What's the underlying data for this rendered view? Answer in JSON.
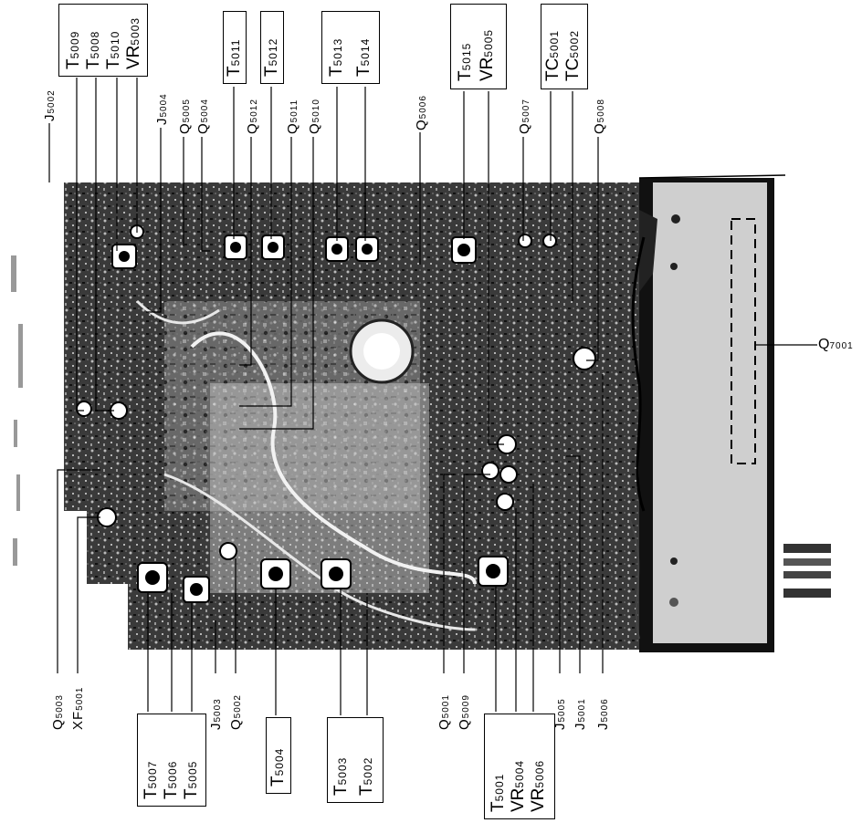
{
  "labels": {
    "j5002": {
      "p": "J",
      "n": "5002"
    },
    "j5004": {
      "p": "J",
      "n": "5004"
    },
    "q5005": {
      "p": "Q",
      "n": "5005"
    },
    "q5004": {
      "p": "Q",
      "n": "5004"
    },
    "q5012": {
      "p": "Q",
      "n": "5012"
    },
    "q5011": {
      "p": "Q",
      "n": "5011"
    },
    "q5010": {
      "p": "Q",
      "n": "5010"
    },
    "q5006": {
      "p": "Q",
      "n": "5006"
    },
    "q5007": {
      "p": "Q",
      "n": "5007"
    },
    "q5008": {
      "p": "Q",
      "n": "5008"
    },
    "q7001": {
      "p": "Q",
      "n": "7001"
    },
    "q5003": {
      "p": "Q",
      "n": "5003"
    },
    "xf5001": {
      "p": "XF",
      "n": "5001"
    },
    "j5003": {
      "p": "J",
      "n": "5003"
    },
    "q5002": {
      "p": "Q",
      "n": "5002"
    },
    "q5001": {
      "p": "Q",
      "n": "5001"
    },
    "q5009": {
      "p": "Q",
      "n": "5009"
    },
    "j5005": {
      "p": "J",
      "n": "5005"
    },
    "j5001": {
      "p": "J",
      "n": "5001"
    },
    "j5006": {
      "p": "J",
      "n": "5006"
    }
  },
  "boxes": {
    "topA": [
      {
        "p": "T",
        "n": "5009"
      },
      {
        "p": "T",
        "n": "5008"
      },
      {
        "p": "T",
        "n": "5010"
      },
      {
        "p": "VR",
        "n": "5003"
      }
    ],
    "topB": [
      {
        "p": "T",
        "n": "5011"
      }
    ],
    "topC": [
      {
        "p": "T",
        "n": "5012"
      }
    ],
    "topD": [
      {
        "p": "T",
        "n": "5013"
      },
      {
        "p": "T",
        "n": "5014"
      }
    ],
    "topE": [
      {
        "p": "T",
        "n": "5015"
      },
      {
        "p": "VR",
        "n": "5005"
      }
    ],
    "topF": [
      {
        "p": "TC",
        "n": "5001"
      },
      {
        "p": "TC",
        "n": "5002"
      }
    ],
    "botA": [
      {
        "p": "T",
        "n": "5007"
      },
      {
        "p": "T",
        "n": "5006"
      },
      {
        "p": "T",
        "n": "5005"
      }
    ],
    "botB": [
      {
        "p": "T",
        "n": "5004"
      }
    ],
    "botC": [
      {
        "p": "T",
        "n": "5003"
      },
      {
        "p": "T",
        "n": "5002"
      }
    ],
    "botD": [
      {
        "p": "T",
        "n": "5001"
      },
      {
        "p": "VR",
        "n": "5004"
      },
      {
        "p": "VR",
        "n": "5006"
      }
    ]
  }
}
